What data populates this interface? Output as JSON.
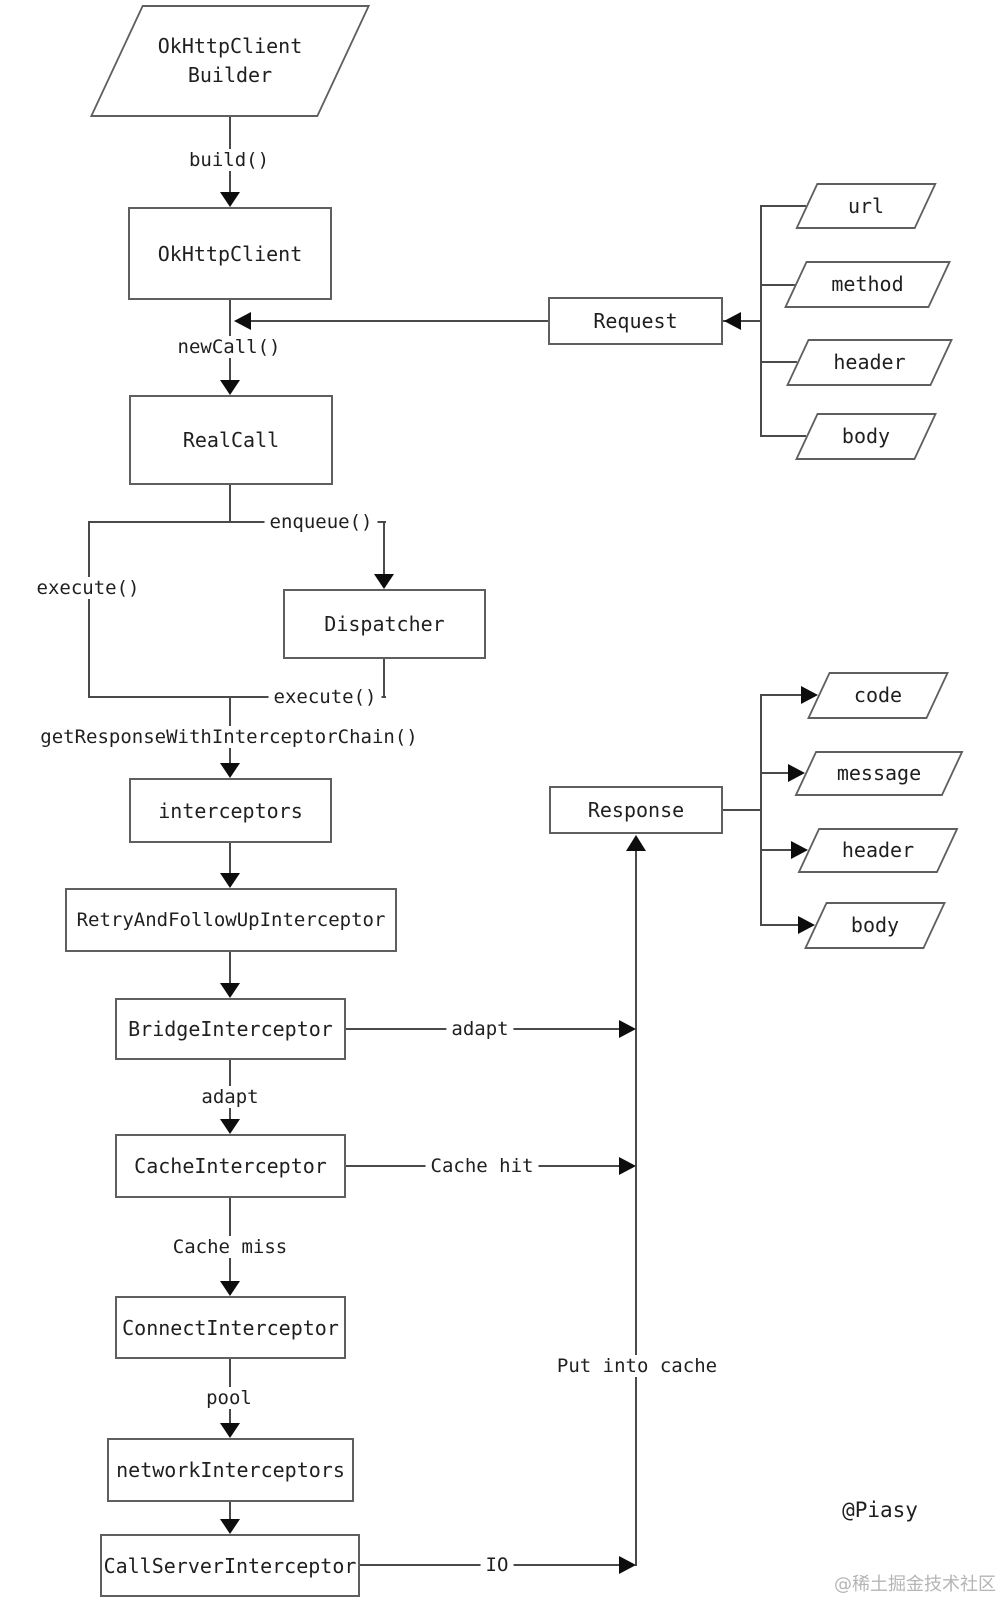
{
  "diagram": {
    "nodes": {
      "builder_line1": "OkHttpClient",
      "builder_line2": "Builder",
      "okhttpclient": "OkHttpClient",
      "request": "Request",
      "realcall": "RealCall",
      "dispatcher": "Dispatcher",
      "response": "Response",
      "interceptors": "interceptors",
      "retry": "RetryAndFollowUpInterceptor",
      "bridge": "BridgeInterceptor",
      "cache": "CacheInterceptor",
      "connect": "ConnectInterceptor",
      "network": "networkInterceptors",
      "callserver": "CallServerInterceptor"
    },
    "request_fields": [
      "url",
      "method",
      "header",
      "body"
    ],
    "response_fields": [
      "code",
      "message",
      "header",
      "body"
    ],
    "labels": {
      "build": "build()",
      "newcall": "newCall()",
      "enqueue": "enqueue()",
      "execute_left": "execute()",
      "execute_return": "execute()",
      "chain": "getResponseWithInterceptorChain()",
      "adapt_right": "adapt",
      "adapt_down": "adapt",
      "cache_hit": "Cache hit",
      "cache_miss": "Cache miss",
      "pool": "pool",
      "put_into_cache": "Put into cache",
      "io": "IO"
    },
    "credits": {
      "author": "@Piasy",
      "watermark": "@稀土掘金技术社区"
    },
    "colors": {
      "line": "#4a4a4a",
      "border": "#5f5f5f",
      "text": "#1f1f1f",
      "arrow": "#0d0d0d",
      "watermark": "#b5b5b5",
      "bg": "#ffffff"
    }
  }
}
